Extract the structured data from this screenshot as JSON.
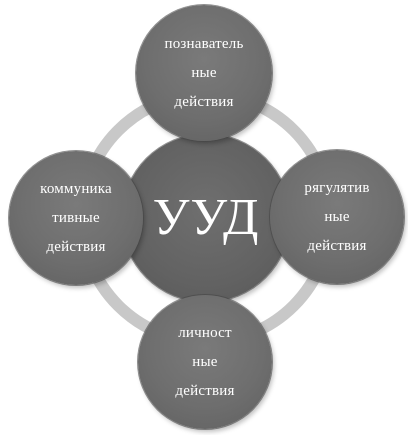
{
  "diagram": {
    "center": {
      "label": "УУД"
    },
    "nodes": [
      {
        "id": "top",
        "label": "познаватель\nные\nдействия"
      },
      {
        "id": "left",
        "label": "коммуника\nтивные\nдействия"
      },
      {
        "id": "right",
        "label": "рягулятив\nные\nдействия"
      },
      {
        "id": "bottom",
        "label": "личност\nные\nдействия"
      }
    ],
    "colors": {
      "ring": "#c8c8c8",
      "node_fill": "#6e6e6e",
      "center_fill": "#626262",
      "text": "#ffffff"
    }
  }
}
